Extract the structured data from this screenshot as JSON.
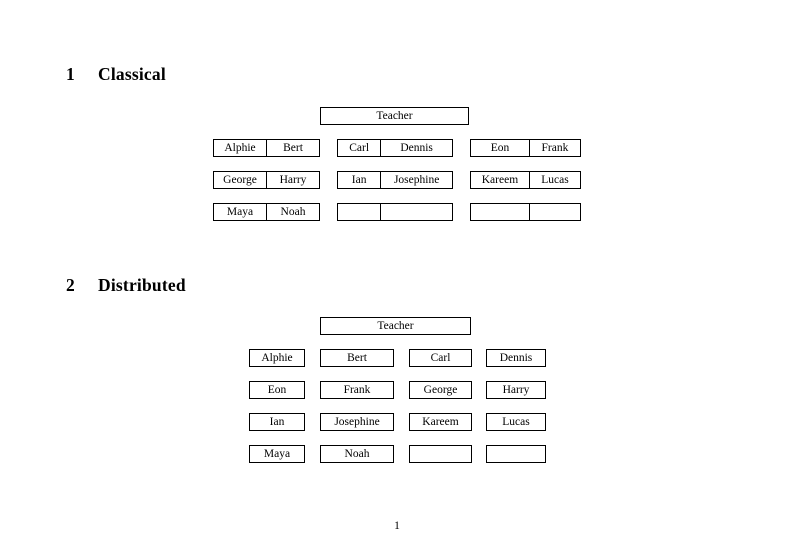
{
  "document": {
    "page_number": "1"
  },
  "sections": [
    {
      "number": "1",
      "title": "Classical",
      "teacher_label": "Teacher",
      "layout": "grouped-pairs",
      "groups": [
        {
          "rows": [
            [
              "Alphie",
              "Bert"
            ],
            [
              "George",
              "Harry"
            ],
            [
              "Maya",
              "Noah"
            ]
          ]
        },
        {
          "rows": [
            [
              "Carl",
              "Dennis"
            ],
            [
              "Ian",
              "Josephine"
            ],
            [
              "",
              ""
            ]
          ]
        },
        {
          "rows": [
            [
              "Eon",
              "Frank"
            ],
            [
              "Kareem",
              "Lucas"
            ],
            [
              "",
              ""
            ]
          ]
        }
      ]
    },
    {
      "number": "2",
      "title": "Distributed",
      "teacher_label": "Teacher",
      "layout": "individual-boxes",
      "rows": [
        [
          "Alphie",
          "Bert",
          "Carl",
          "Dennis"
        ],
        [
          "Eon",
          "Frank",
          "George",
          "Harry"
        ],
        [
          "Ian",
          "Josephine",
          "Kareem",
          "Lucas"
        ],
        [
          "Maya",
          "Noah",
          "",
          ""
        ]
      ]
    }
  ]
}
